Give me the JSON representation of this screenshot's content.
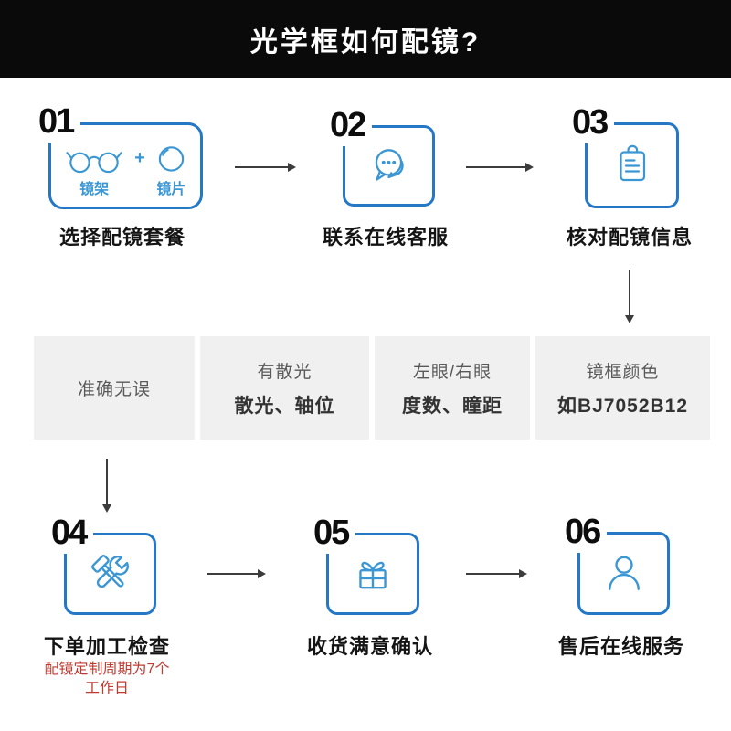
{
  "header": {
    "title": "光学框如何配镜?"
  },
  "steps": [
    {
      "num": "01",
      "caption": "选择配镜套餐",
      "frame_label": "镜架",
      "plus": "+",
      "lens_label": "镜片"
    },
    {
      "num": "02",
      "caption": "联系在线客服"
    },
    {
      "num": "03",
      "caption": "核对配镜信息"
    },
    {
      "num": "04",
      "caption": "下单加工检查"
    },
    {
      "num": "05",
      "caption": "收货满意确认"
    },
    {
      "num": "06",
      "caption": "售后在线服务"
    }
  ],
  "info_bar": {
    "cells": [
      {
        "line1": "准确无误",
        "line2": ""
      },
      {
        "line1": "有散光",
        "line2": "散光、轴位"
      },
      {
        "line1": "左眼/右眼",
        "line2": "度数、瞳距"
      },
      {
        "line1": "镜框颜色",
        "line2": "如BJ7052B12"
      }
    ]
  },
  "note": {
    "line1": "配镜定制周期为7个",
    "line2": "工作日"
  },
  "icons": {
    "step1": [
      "glasses-icon",
      "plus-icon",
      "lens-icon"
    ],
    "step2": "chat-bubbles-icon",
    "step3": "clipboard-icon",
    "step4": "hammer-wrench-icon",
    "step5": "gift-box-icon",
    "step6": "person-icon"
  },
  "colors": {
    "header-bg": "#0a0a0a",
    "title-color": "#ffffff",
    "accent-blue": "#2478c6",
    "icon-blue": "#3b97d3",
    "number-color": "#0d0d0d",
    "caption-color": "#141414",
    "cell-bg": "#f0f0f1",
    "cell-text": "#595959",
    "cell-text-strong": "#333333",
    "note-red": "#c03a30",
    "arrow-color": "#3c3c3c"
  }
}
